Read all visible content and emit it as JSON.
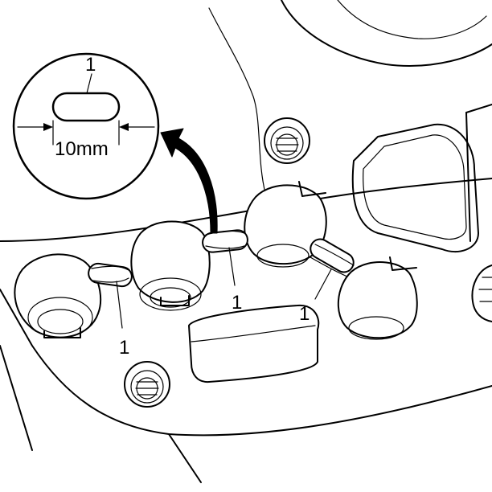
{
  "labels": {
    "detail_part": "1",
    "dimension": "10mm",
    "slot_left": "1",
    "slot_middle": "1",
    "slot_right": "1"
  }
}
